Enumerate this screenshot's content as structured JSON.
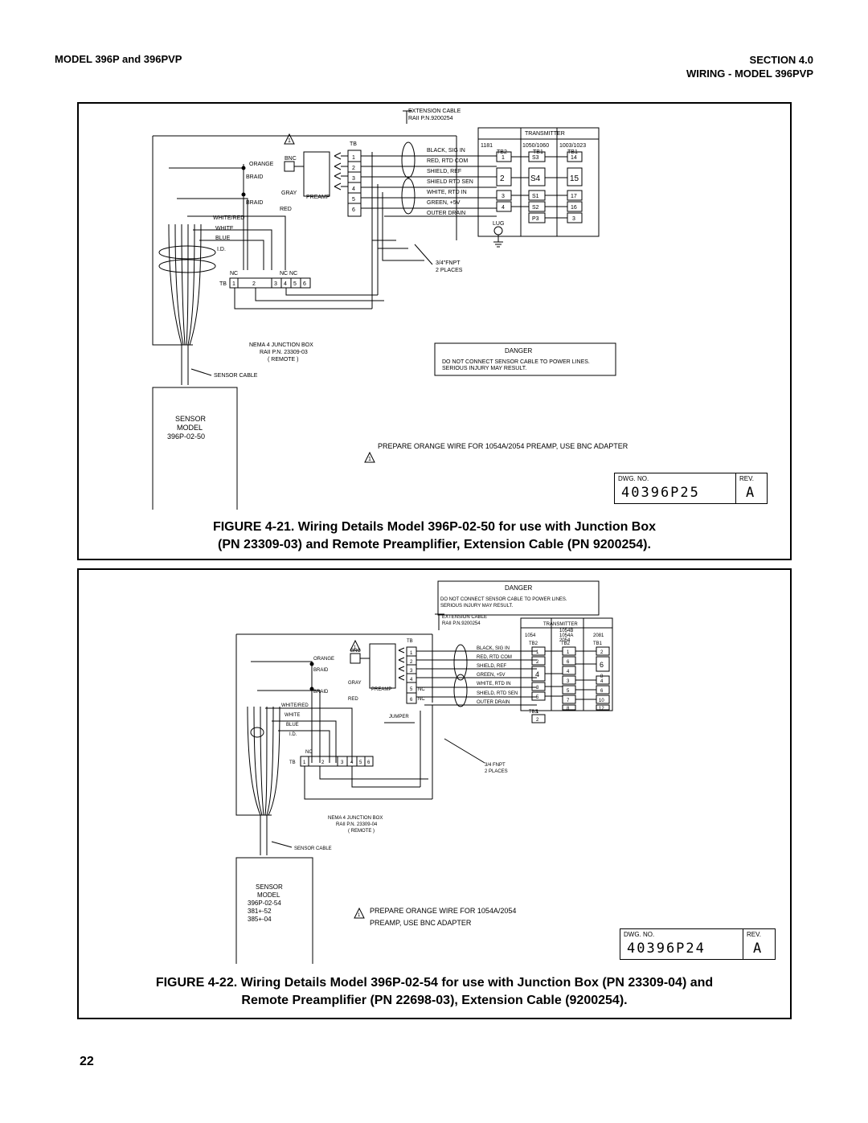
{
  "header": {
    "left": "MODEL 396P and 396PVP",
    "right_line1": "SECTION 4.0",
    "right_line2": "WIRING - MODEL 396PVP"
  },
  "figure21": {
    "caption_line1": "FIGURE 4-21. Wiring Details Model 396P-02-50 for use with Junction Box",
    "caption_line2": "(PN 23309-03) and Remote Preamplifier, Extension Cable (PN 9200254).",
    "extension_cable": "EXTENSION CABLE",
    "rai_pn": "RAII P.N.9200254",
    "transmitter": "TRANSMITTER",
    "tx_col1": "1181",
    "tx_col2": "1050/1060",
    "tx_col3": "1003/1023",
    "tb2": "TB2",
    "tb1a": "TB1",
    "tb1b": "TB1",
    "tb": "TB",
    "bnc": "BNC",
    "preamp": "PREAMP",
    "orange": "ORANGE",
    "braid1": "BRAID",
    "gray": "GRAY",
    "braid2": "BRAID",
    "red": "RED",
    "white_red": "WHITE/RED",
    "white": "WHITE",
    "blue": "BLUE",
    "id": "I.D.",
    "nc1": "NC",
    "ncnc": "NC NC",
    "tb_bottom": "TB",
    "wires": [
      "BLACK, SIG IN",
      "RED, RTD COM",
      "SHIELD, REF",
      "SHIELD RTD SEN",
      "WHITE, RTD IN",
      "GREEN, +5V",
      "OUTER DRAIN"
    ],
    "jb_terms": [
      "1",
      "2",
      "3",
      "4",
      "5",
      "6"
    ],
    "tb2_terms": [
      "1",
      "2",
      "3",
      "4"
    ],
    "tb1_terms": [
      "S3",
      "S4",
      "S1",
      "S2",
      "P3"
    ],
    "tb1b_terms": [
      "14",
      "15",
      "17",
      "16",
      "3"
    ],
    "bottom_terms": [
      "1",
      "2",
      "3",
      "4",
      "5",
      "6"
    ],
    "lug": "LUG",
    "fnpt": "3/4\"FNPT",
    "places": "2 PLACES",
    "nema": "NEMA 4 JUNCTION BOX",
    "rai_jb": "RAII P.N. 23309-03",
    "remote": "( REMOTE )",
    "sensor_cable": "SENSOR CABLE",
    "danger_title": "DANGER",
    "danger_line1": "DO NOT CONNECT SENSOR CABLE TO POWER LINES.",
    "danger_line2": "SERIOUS INJURY MAY RESULT.",
    "sensor_line1": "SENSOR",
    "sensor_line2": "MODEL",
    "sensor_line3": "396P-02-50",
    "note_mark": "1",
    "note": "PREPARE ORANGE WIRE FOR 1054A/2054 PREAMP, USE BNC ADAPTER",
    "dwg_label": "DWG. NO.",
    "dwg_no": "40396P25",
    "rev_label": "REV.",
    "rev": "A"
  },
  "figure22": {
    "caption_line1": "FIGURE 4-22. Wiring Details Model 396P-02-54 for use with Junction Box (PN 23309-04) and",
    "caption_line2": "Remote Preamplifier (PN 22698-03), Extension Cable (9200254).",
    "danger_title": "DANGER",
    "danger_line1": "DO NOT CONNECT SENSOR CABLE TO POWER LINES.",
    "danger_line2": "SERIOUS INJURY MAY RESULT.",
    "extension_cable": "EXTENSION CABLE",
    "rai_pn": "RAII P.N.9200254",
    "transmitter": "TRANSMITTER",
    "tx_col1": "1054",
    "tx_col2a": "1054B",
    "tx_col2b": "1054A",
    "tx_col2c": "2054",
    "tx_col3": "2081",
    "tb2": "TB2",
    "tb2b": "TB2",
    "tb1": "TB1",
    "tb3": "TB3",
    "tb": "TB",
    "bnc": "BNC",
    "preamp": "PREAMP",
    "orange": "ORANGE",
    "braid1": "BRAID",
    "gray": "GRAY",
    "braid2": "BRAID",
    "red": "RED",
    "white_red": "WHITE/RED",
    "white": "WHITE",
    "blue": "BLUE",
    "id": "I.D.",
    "jumper": "JUMPER",
    "nc": "NC",
    "nc_a": "NC",
    "nc_b": "NC",
    "tb_bottom": "TB",
    "wires": [
      "BLACK, SIG IN",
      "RED, RTD COM",
      "SHIELD, REF",
      "GREEN, +5V",
      "WHITE, RTD IN",
      "SHIELD, RTD SEN",
      "OUTER DRAIN"
    ],
    "jb_terms": [
      "1",
      "2",
      "3",
      "4",
      "5",
      "6"
    ],
    "tx1_terms": [
      "1",
      "2",
      "4",
      "3",
      "5"
    ],
    "tx2_terms": [
      "1",
      "6",
      "4",
      "3",
      "5",
      "7",
      "8"
    ],
    "tx3_terms": [
      "2",
      "6",
      "8",
      "4",
      "6",
      "10",
      "12"
    ],
    "tb3_terms": [
      "1",
      "2"
    ],
    "bottom_terms": [
      "1",
      "2",
      "3",
      "4",
      "5",
      "6"
    ],
    "fnpt": "3/4 FNPT",
    "places": "2 PLACES",
    "nema": "NEMA 4 JUNCTION BOX",
    "rai_jb": "RAII P.N. 23309-04",
    "remote": "( REMOTE )",
    "sensor_cable": "SENSOR CABLE",
    "sensor_line1": "SENSOR",
    "sensor_line2": "MODEL",
    "sensor_line3": "396P-02-54",
    "sensor_line4": "381+-52",
    "sensor_line5": "385+-04",
    "note_mark": "1",
    "note_line1": "PREPARE ORANGE WIRE FOR 1054A/2054",
    "note_line2": "PREAMP, USE BNC ADAPTER",
    "dwg_label": "DWG. NO.",
    "dwg_no": "40396P24",
    "rev_label": "REV.",
    "rev": "A"
  },
  "page_number": "22"
}
